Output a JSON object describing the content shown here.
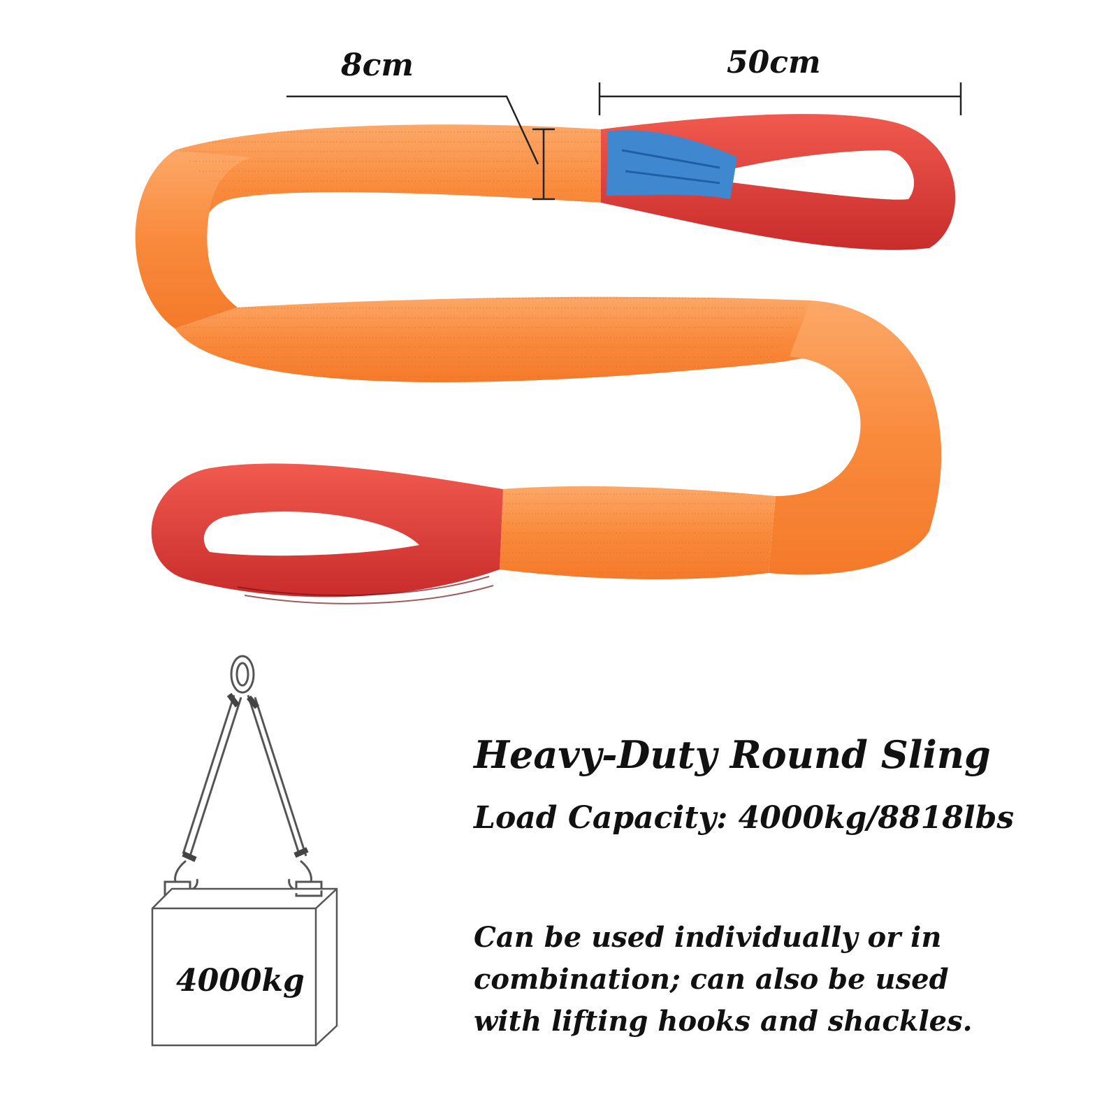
{
  "product": {
    "title": "Heavy-Duty Round Sling",
    "load_capacity": "Load Capacity: 4000kg/8818lbs",
    "usage_lines": [
      "Can be used individually or in",
      "combination; can also be used",
      "with lifting hooks and shackles."
    ]
  },
  "dimensions": {
    "width_label": "8cm",
    "loop_label": "50cm"
  },
  "diagram": {
    "box_weight": "4000kg"
  },
  "colors": {
    "sling_body": "#f98a3c",
    "sling_loop": "#e6433a",
    "label_tag": "#3f88d0",
    "text": "#111111"
  }
}
